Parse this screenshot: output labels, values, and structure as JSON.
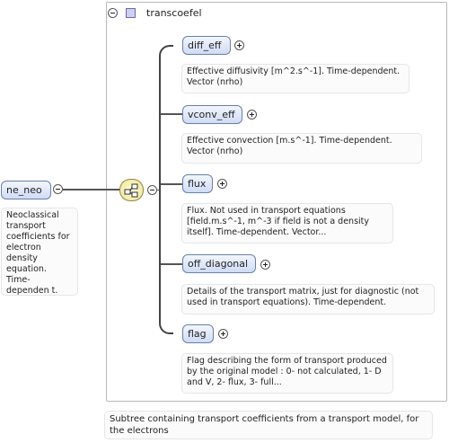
{
  "group": {
    "title": "transcoefel"
  },
  "root": {
    "label": "ne_neo",
    "description": "Neoclassical transport coefficients for electron density equation. Time-dependen t."
  },
  "children": [
    {
      "label": "diff_eff",
      "description": "Effective diffusivity [m^2.s^-1]. Time-dependent. Vector (nrho)"
    },
    {
      "label": "vconv_eff",
      "description": "Effective convection [m.s^-1]. Time-dependent. Vector (nrho)"
    },
    {
      "label": "flux",
      "description": "Flux. Not used in transport equations [field.m.s^-1, m^-3 if field is not a density itself]. Time-dependent. Vector..."
    },
    {
      "label": "off_diagonal",
      "description": "Details of the transport matrix, just for diagnostic (not used in transport equations). Time-dependent."
    },
    {
      "label": "flag",
      "description": "Flag describing the form of transport produced by the original model : 0- not calculated, 1- D and V, 2- flux, 3- full..."
    }
  ],
  "footer": {
    "description": "Subtree containing transport coefficients from a transport model, for the electrons"
  },
  "icons": {
    "group_type": "complex-type-square-icon",
    "compositor": "sequence-compositor-icon",
    "collapse": "minus-circle-icon",
    "expand": "plus-circle-icon"
  },
  "colors": {
    "node_fill": "#cfdcf5",
    "node_border": "#6b7fa6",
    "compositor_fill": "#f1e38a"
  }
}
